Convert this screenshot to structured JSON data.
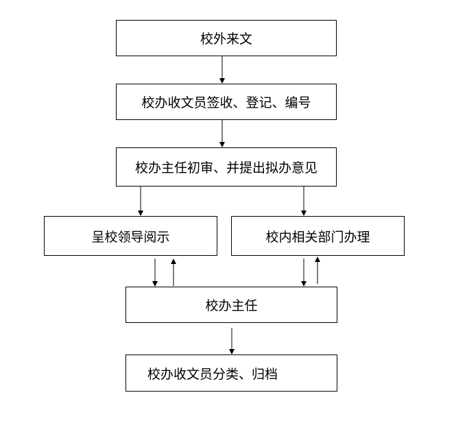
{
  "nodes": {
    "external_doc": "校外来文",
    "clerk_receive": "校办收文员签收、登记、编号",
    "director_review": "校办主任初审、并提出拟办意见",
    "leader_review": "呈校领导阅示",
    "dept_handle": "校内相关部门办理",
    "director_final": "校办主任",
    "clerk_archive": "校办收文员分类、归档"
  }
}
